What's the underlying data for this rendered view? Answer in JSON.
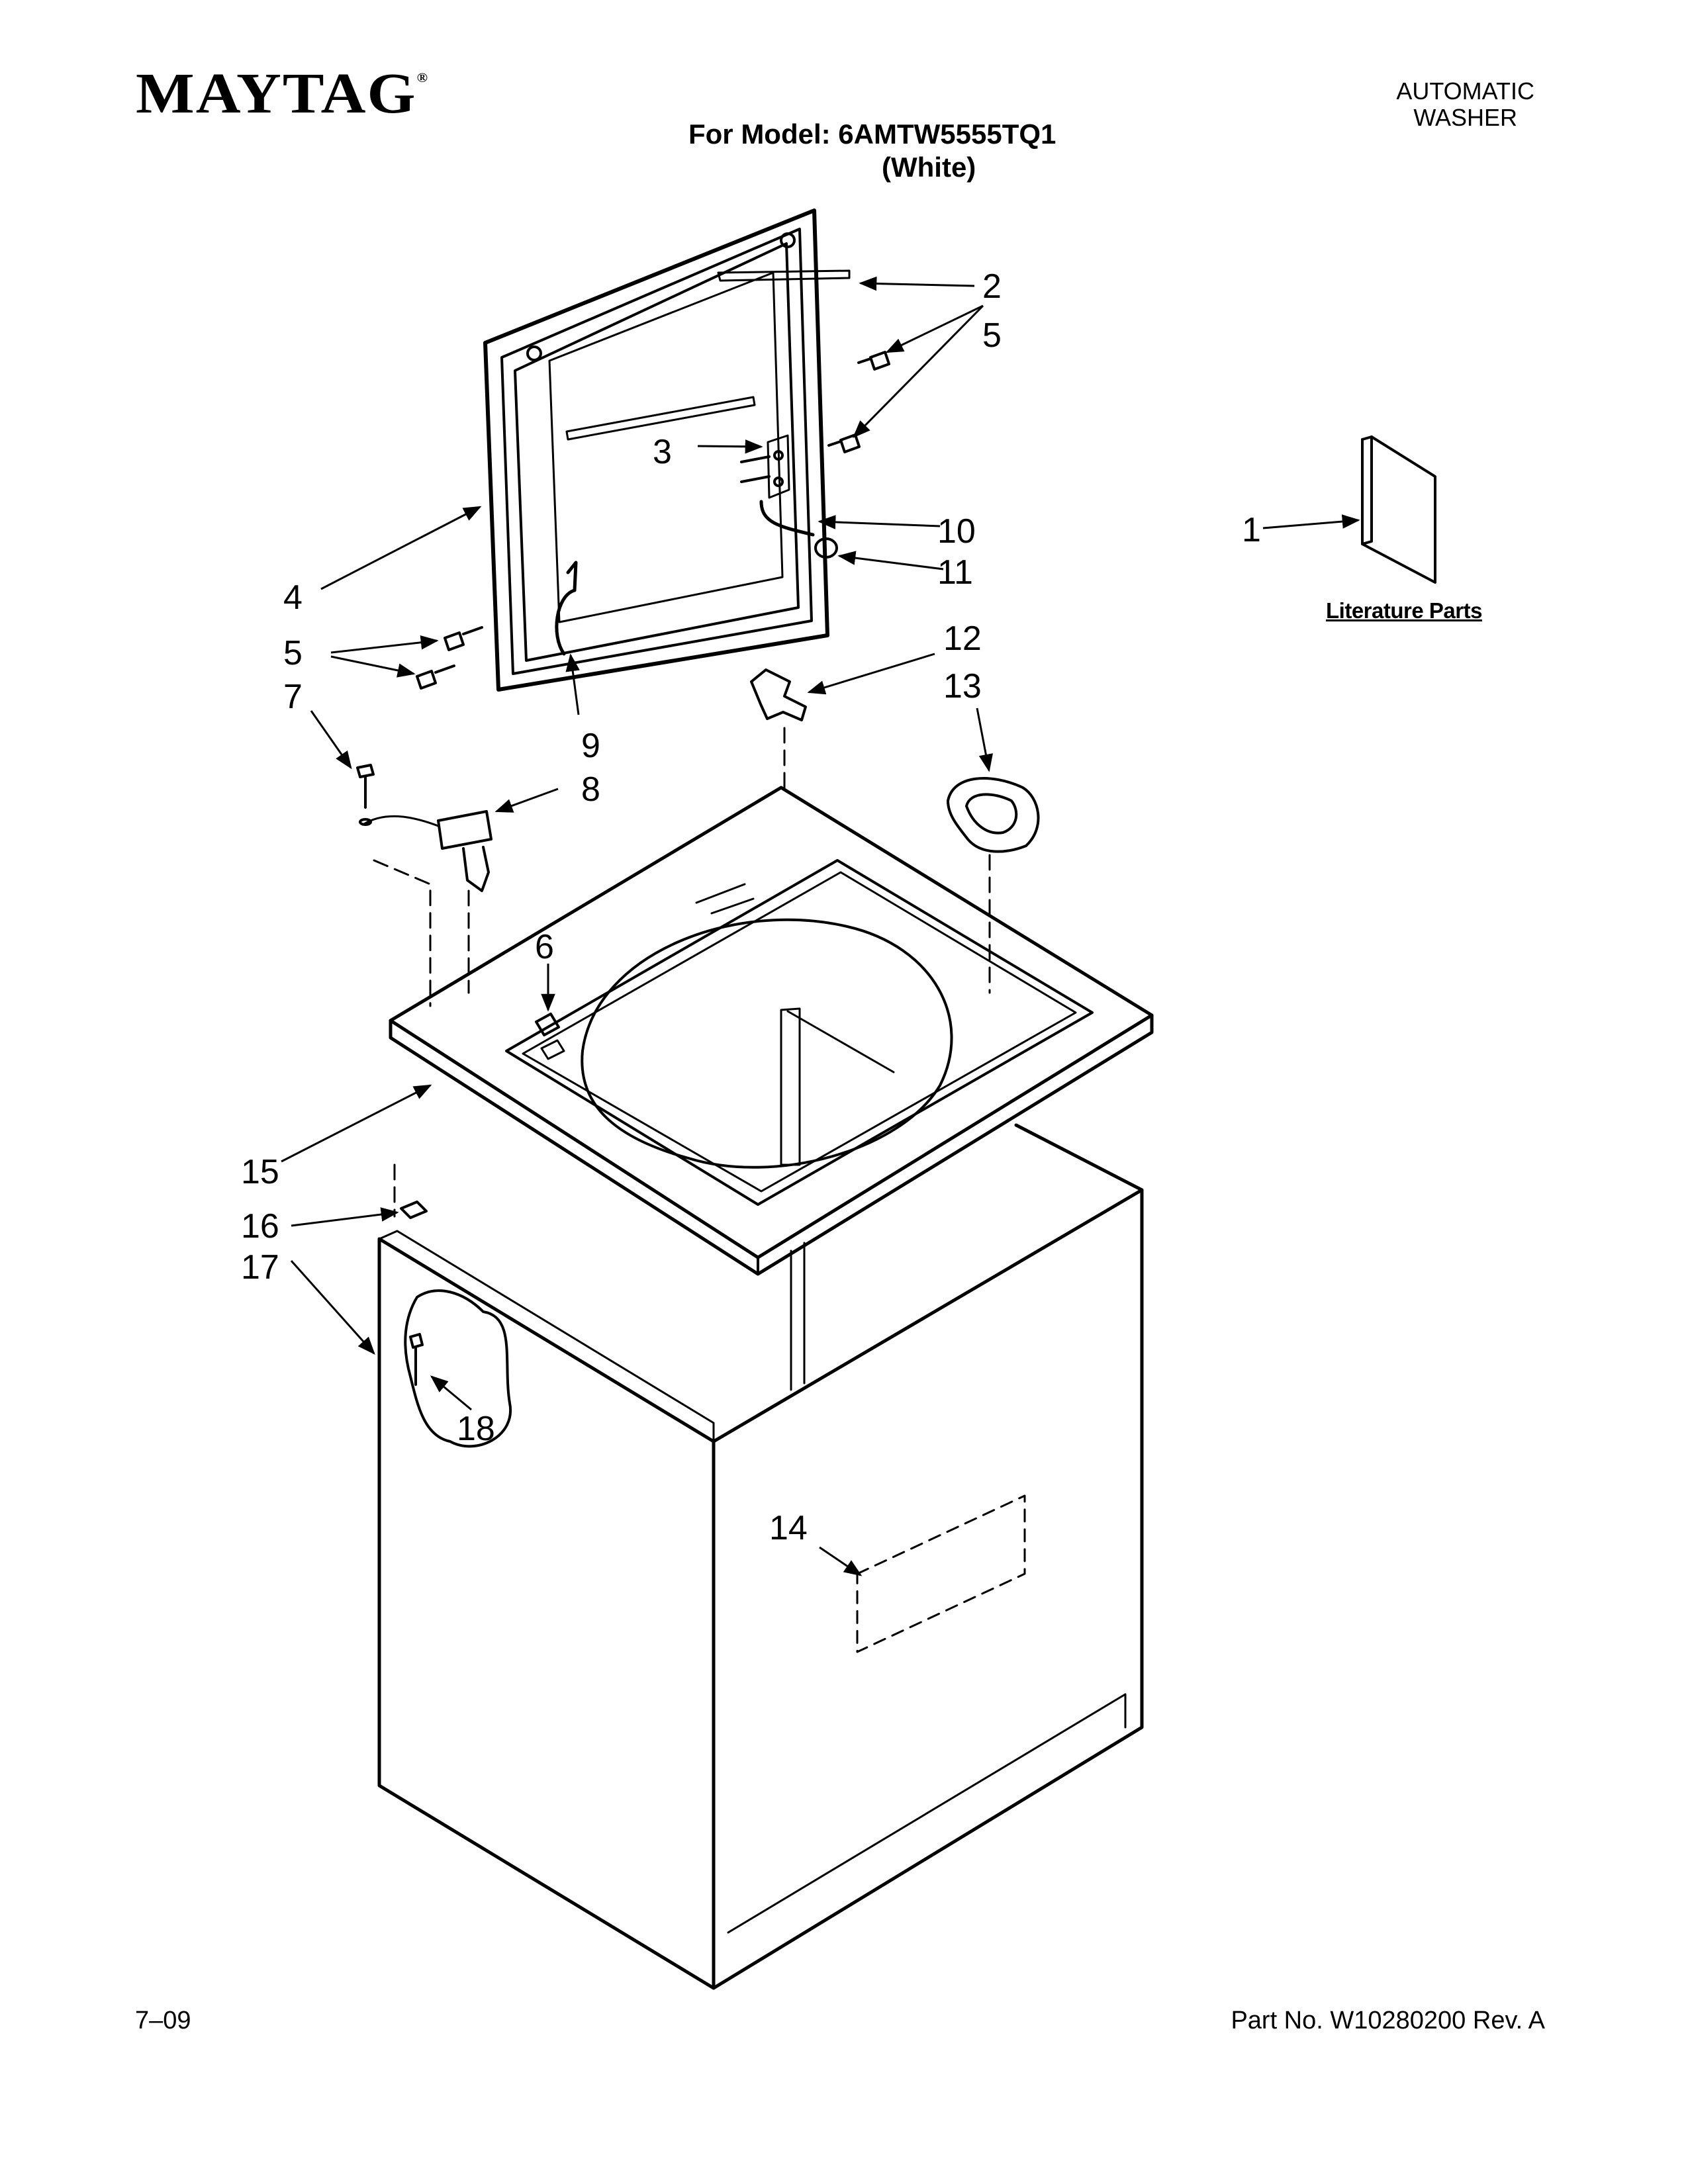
{
  "header": {
    "brand": "MAYTAG",
    "brand_mark": "®",
    "product_type_line1": "AUTOMATIC",
    "product_type_line2": "WASHER",
    "model_line": "For Model: 6AMTW5555TQ1",
    "color_line": "(White)"
  },
  "literature_label": "Literature Parts",
  "callouts": {
    "c1": "1",
    "c2": "2",
    "c3": "3",
    "c4": "4",
    "c5a": "5",
    "c5b": "5",
    "c6": "6",
    "c7": "7",
    "c8": "8",
    "c9": "9",
    "c10": "10",
    "c11": "11",
    "c12": "12",
    "c13": "13",
    "c14": "14",
    "c15": "15",
    "c16": "16",
    "c17": "17",
    "c18": "18"
  },
  "footer": {
    "date": "7–09",
    "part_number": "Part No. W10280200 Rev. A"
  }
}
